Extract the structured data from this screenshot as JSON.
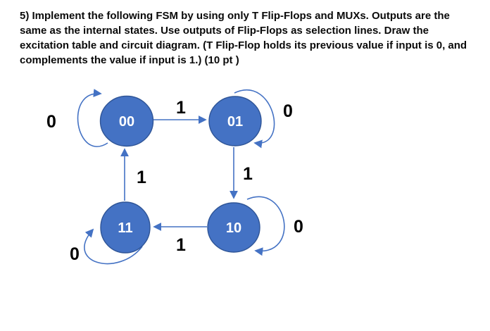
{
  "question": {
    "number": "5",
    "points": "10 pt",
    "lines": [
      "5) Implement the following FSM by using only T Flip-Flops and MUXs. Outputs are the",
      "same as the internal states. Use outputs of Flip-Flops as selection lines. Draw the",
      "excitation table and circuit diagram. (T Flip-Flop holds its previous value if input is 0, and",
      "complements the value if input is 1.) (10 pt )"
    ]
  },
  "diagram": {
    "type": "fsm-state-diagram",
    "states": [
      {
        "id": "00",
        "label": "00"
      },
      {
        "id": "01",
        "label": "01"
      },
      {
        "id": "11",
        "label": "11"
      },
      {
        "id": "10",
        "label": "10"
      }
    ],
    "transitions": [
      {
        "from": "00",
        "to": "01",
        "input": "1"
      },
      {
        "from": "01",
        "to": "10",
        "input": "1"
      },
      {
        "from": "10",
        "to": "11",
        "input": "1"
      },
      {
        "from": "11",
        "to": "00",
        "input": "1"
      },
      {
        "from": "00",
        "to": "00",
        "input": "0"
      },
      {
        "from": "01",
        "to": "01",
        "input": "0"
      },
      {
        "from": "11",
        "to": "11",
        "input": "0"
      },
      {
        "from": "10",
        "to": "10",
        "input": "0"
      }
    ],
    "colors": {
      "state_fill": "#4472C4",
      "state_stroke": "#2F5597",
      "arrow": "#4472C4",
      "state_text": "#FFFFFF",
      "edge_text": "#000000"
    }
  }
}
